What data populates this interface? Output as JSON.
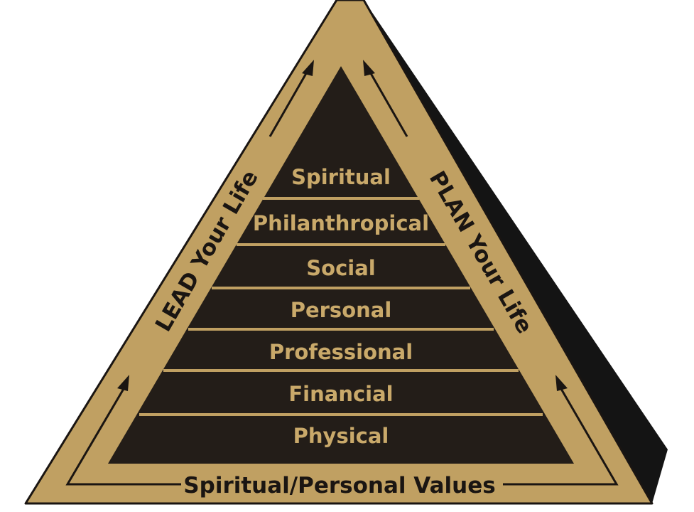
{
  "diagram": {
    "levels": [
      "Spiritual",
      "Philanthropical",
      "Social",
      "Personal",
      "Professional",
      "Financial",
      "Physical"
    ],
    "left_side_label": "LEAD Your Life",
    "right_side_label": "PLAN Your Life",
    "base_label": "Spiritual/Personal Values"
  },
  "colors": {
    "gold": "#c0a062",
    "dark": "#231d18",
    "shadow": "#141414",
    "text_gold": "#c9a96a"
  }
}
